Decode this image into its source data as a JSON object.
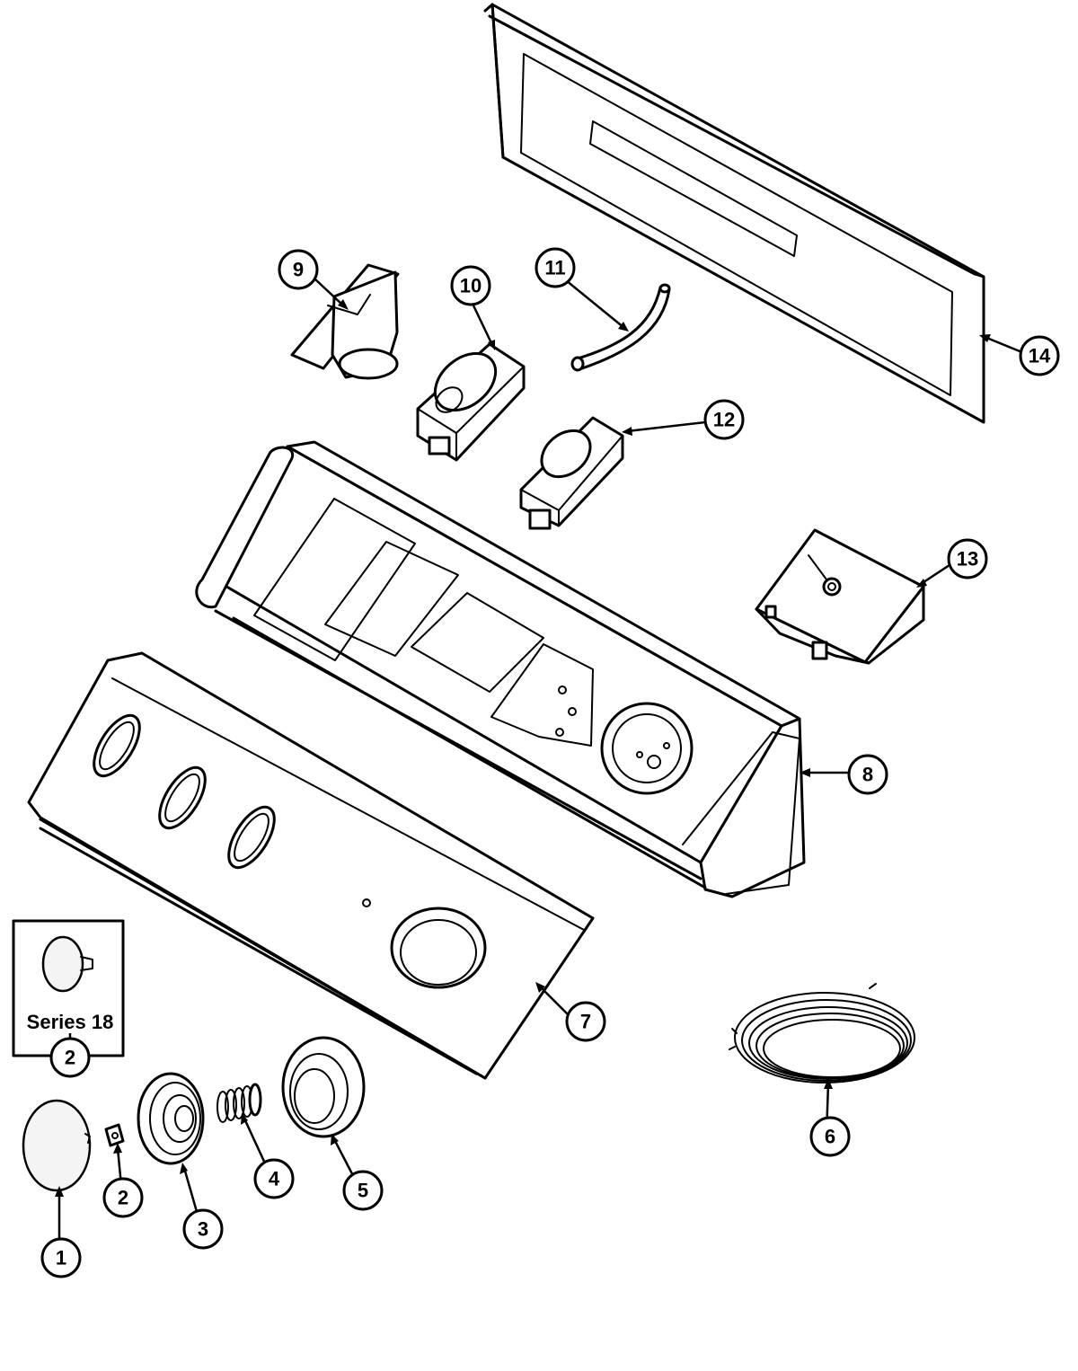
{
  "diagram": {
    "callouts": [
      "1",
      "2",
      "3",
      "4",
      "5",
      "6",
      "7",
      "8",
      "9",
      "10",
      "11",
      "12",
      "13",
      "14"
    ],
    "inset": {
      "label": "Series 18",
      "callout": "2"
    }
  },
  "parts": [
    {
      "id": "1",
      "icon": "knob-cap-icon"
    },
    {
      "id": "2",
      "icon": "clip-icon"
    },
    {
      "id": "3",
      "icon": "knob-icon"
    },
    {
      "id": "4",
      "icon": "spring-icon"
    },
    {
      "id": "5",
      "icon": "bezel-icon"
    },
    {
      "id": "6",
      "icon": "wire-harness-icon"
    },
    {
      "id": "7",
      "icon": "control-panel-icon"
    },
    {
      "id": "8",
      "icon": "console-housing-icon"
    },
    {
      "id": "9",
      "icon": "switch-icon"
    },
    {
      "id": "10",
      "icon": "switch-icon"
    },
    {
      "id": "11",
      "icon": "tube-icon"
    },
    {
      "id": "12",
      "icon": "switch-icon"
    },
    {
      "id": "13",
      "icon": "timer-icon"
    },
    {
      "id": "14",
      "icon": "back-panel-icon"
    }
  ]
}
